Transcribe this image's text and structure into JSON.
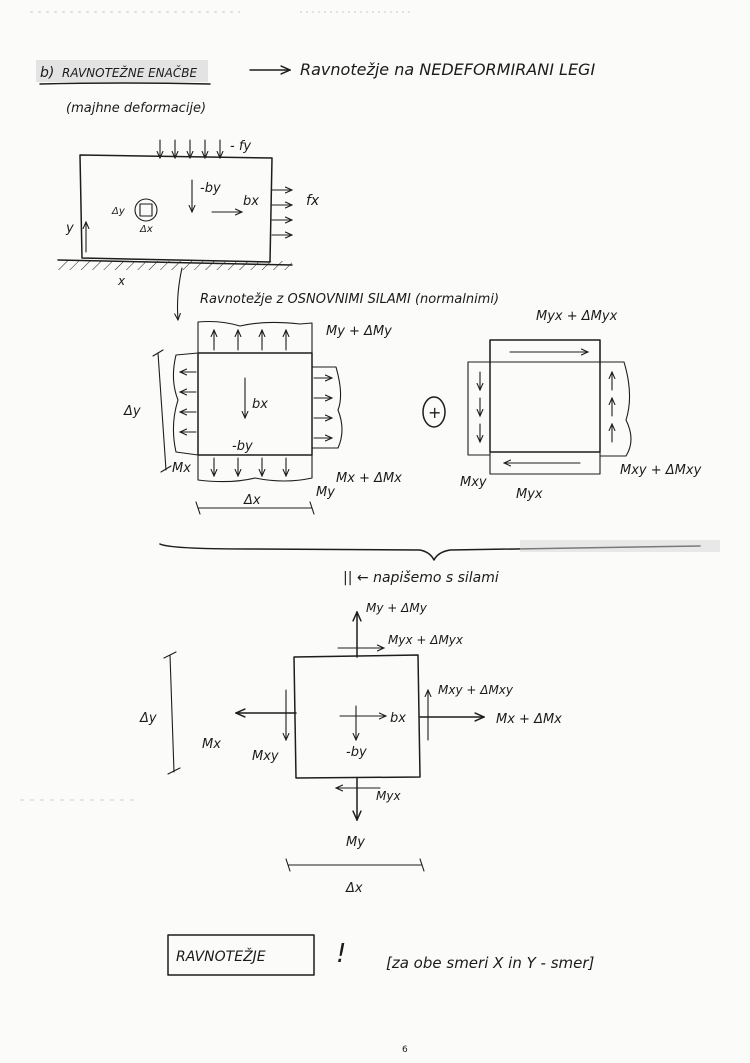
{
  "heading": {
    "number_marker": "b)",
    "title": "RAVNOTEŽNE ENAČBE",
    "arrow_text": "Ravnotežje na NEDEFORMIRANI LEGI",
    "subtitle": "(majhne deformacije)"
  },
  "diagram1": {
    "fy": "- fy",
    "by": "-by",
    "bx": "bx",
    "fx": "fx",
    "dy": "Δy",
    "dx": "Δx",
    "y": "y",
    "x": "x"
  },
  "caption_forces": "Ravnotežje z OSNOVNIMI SILAMI (normalnimi)",
  "diagram2": {
    "top": "My + ΔMy",
    "dy": "Δy",
    "bx": "bx",
    "by": "-by",
    "mx": "Mx",
    "mx_plus": "Mx + ΔMx",
    "my": "My",
    "dx": "Δx"
  },
  "plus_symbol": "+",
  "diagram3": {
    "top": "Myx + ΔMyx",
    "mxy": "Mxy",
    "mxy_plus": "Mxy + ΔMxy",
    "myx": "Myx"
  },
  "combine_text": "|| ← napišemo s silami",
  "diagram4": {
    "my_plus": "My + ΔMy",
    "myx_plus": "Myx + ΔMyx",
    "dy": "Δy",
    "mxy_plus": "Mxy + ΔMxy",
    "mx_plus": "Mx + ΔMx",
    "mx": "Mx",
    "mxy": "Mxy",
    "bx": "bx",
    "by": "-by",
    "myx": "Myx",
    "my": "My",
    "dx": "Δx"
  },
  "footer": {
    "boxed": "RAVNOTEŽJE",
    "mark": "!",
    "note": "[za obe smeri X in Y - smer]"
  },
  "page_number": "6"
}
